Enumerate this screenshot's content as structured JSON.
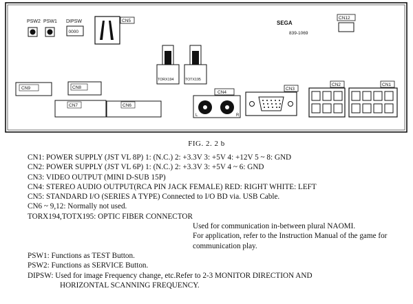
{
  "board": {
    "labels": {
      "psw2": "PSW2",
      "psw1": "PSW1",
      "dipsw": "DIPSW",
      "dipsw_value": "0000",
      "cn5": "CN5",
      "sega": "SEGA",
      "part_no": "839-1069",
      "cn12": "CN12",
      "cn9": "CN9",
      "cn8": "CN8",
      "cn7": "CN7",
      "cn6": "CN6",
      "cn4": "CN4",
      "cn3": "CN3",
      "cn2": "CN2",
      "cn1": "CN1",
      "totx195": "TOTX195",
      "torx194": "TORX194",
      "audio_l": "L",
      "audio_r": "R"
    }
  },
  "caption": "FIG. 2. 2 b",
  "notes": {
    "cn1": "CN1: POWER SUPPLY (JST VL 8P)  1: (N.C.)  2: +3.3V  3: +5V  4: +12V  5 ~ 8: GND",
    "cn2": "CN2: POWER SUPPLY (JST VL 6P)  1: (N.C.)  2: +3.3V  3: +5V  4 ~ 6: GND",
    "cn3": "CN3: VIDEO OUTPUT (MINI D-SUB 15P)",
    "cn4": "CN4: STEREO AUDIO OUTPUT(RCA PIN JACK FEMALE)  RED: RIGHT  WHITE: LEFT",
    "cn5": "CN5: STANDARD I/O (SERIES A TYPE) Connected to I/O BD via. USB Cable.",
    "cn6_12": "CN6 ~ 9,12: Normally not used.",
    "torx_head": "TORX194,TOTX195:   OPTIC FIBER CONNECTOR",
    "torx_l1": "Used for communication in-between plural NAOMI.",
    "torx_l2": "For application, refer to the Instruction Manual of the game for",
    "torx_l3": "communication play.",
    "psw1": "PSW1: Functions as TEST Button.",
    "psw2": "PSW2: Functions as SERVICE Button.",
    "dipsw_l1": "DIPSW:  Used for image Frequency change, etc.Refer to 2-3 MONITOR DIRECTION AND",
    "dipsw_l2": "HORIZONTAL SCANNING FREQUENCY."
  }
}
